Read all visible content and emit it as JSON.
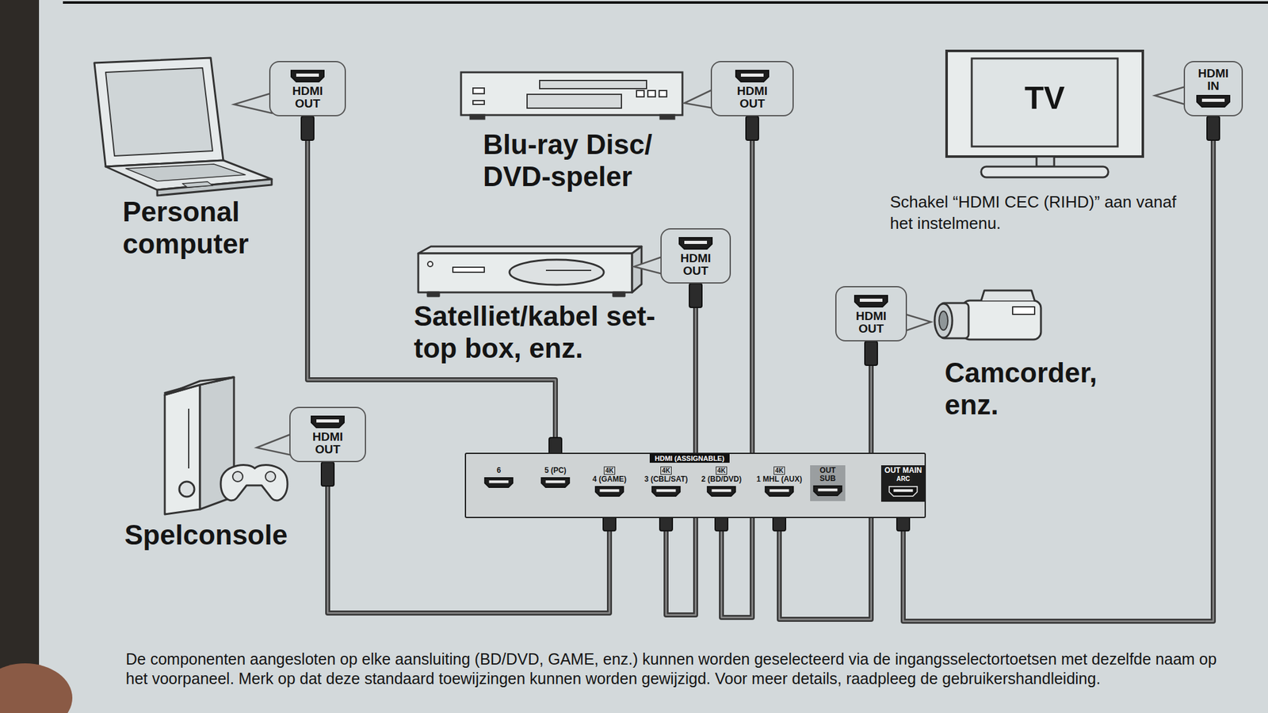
{
  "diagram": {
    "nodes": [
      {
        "text": [
          "HDMI OUT"
        ]
      },
      {
        "text": [
          "HDMI OUT"
        ]
      },
      {
        "text": [
          "HDMI IN"
        ]
      },
      {
        "text": [
          "HDMI OUT"
        ]
      },
      {
        "text": [
          "HDMI OUT"
        ]
      },
      {
        "text": [
          "HDMI OUT"
        ]
      },
      {
        "text": [
          "HDMI (ASSIGNABLE)"
        ]
      },
      {
        "text": [
          "6"
        ],
        "in": 6
      },
      {
        "text": [
          "5 (PC)"
        ],
        "in": 6
      },
      {
        "text": [
          "4K",
          "4 (GAME)"
        ],
        "in": 6
      },
      {
        "text": [
          "4K",
          "3 (CBL/SAT)"
        ],
        "in": 6
      },
      {
        "text": [
          "4K",
          "2 (BD/DVD)"
        ],
        "in": 6
      },
      {
        "text": [
          "4K",
          "1 MHL (AUX)"
        ],
        "in": 6
      },
      {
        "text": [
          "OUT SUB"
        ],
        "in": 6
      },
      {
        "text": [
          "OUT MAIN",
          "ARC"
        ],
        "in": 6
      }
    ],
    "edges": [
      {
        "from": 0,
        "to": 8,
        "arrow": "none"
      },
      {
        "from": 1,
        "to": 11,
        "arrow": "none"
      },
      {
        "from": 2,
        "to": 14,
        "arrow": "none"
      },
      {
        "from": 3,
        "to": 10,
        "arrow": "none"
      },
      {
        "from": 4,
        "to": 12,
        "arrow": "none"
      },
      {
        "from": 5,
        "to": 9,
        "arrow": "none"
      }
    ],
    "labels": [
      "Personal computer",
      "Blu-ray Disc/ DVD-speler",
      "TV",
      "Schakel “HDMI CEC (RIHD)” aan vanaf het instelmenu.",
      "Satelliet/kabel set-top box, enz.",
      "Camcorder, enz.",
      "Spelconsole",
      "De componenten aangesloten op elke aansluiting (BD/DVD, GAME, enz.) kunnen worden geselecteerd via de ingangsselectortoetsen met dezelfde naam op het voorpaneel. Merk op dat deze standaard toewijzingen kunnen worden gewijzigd. Voor meer details, raadpleeg de gebruikershandleiding."
    ]
  }
}
